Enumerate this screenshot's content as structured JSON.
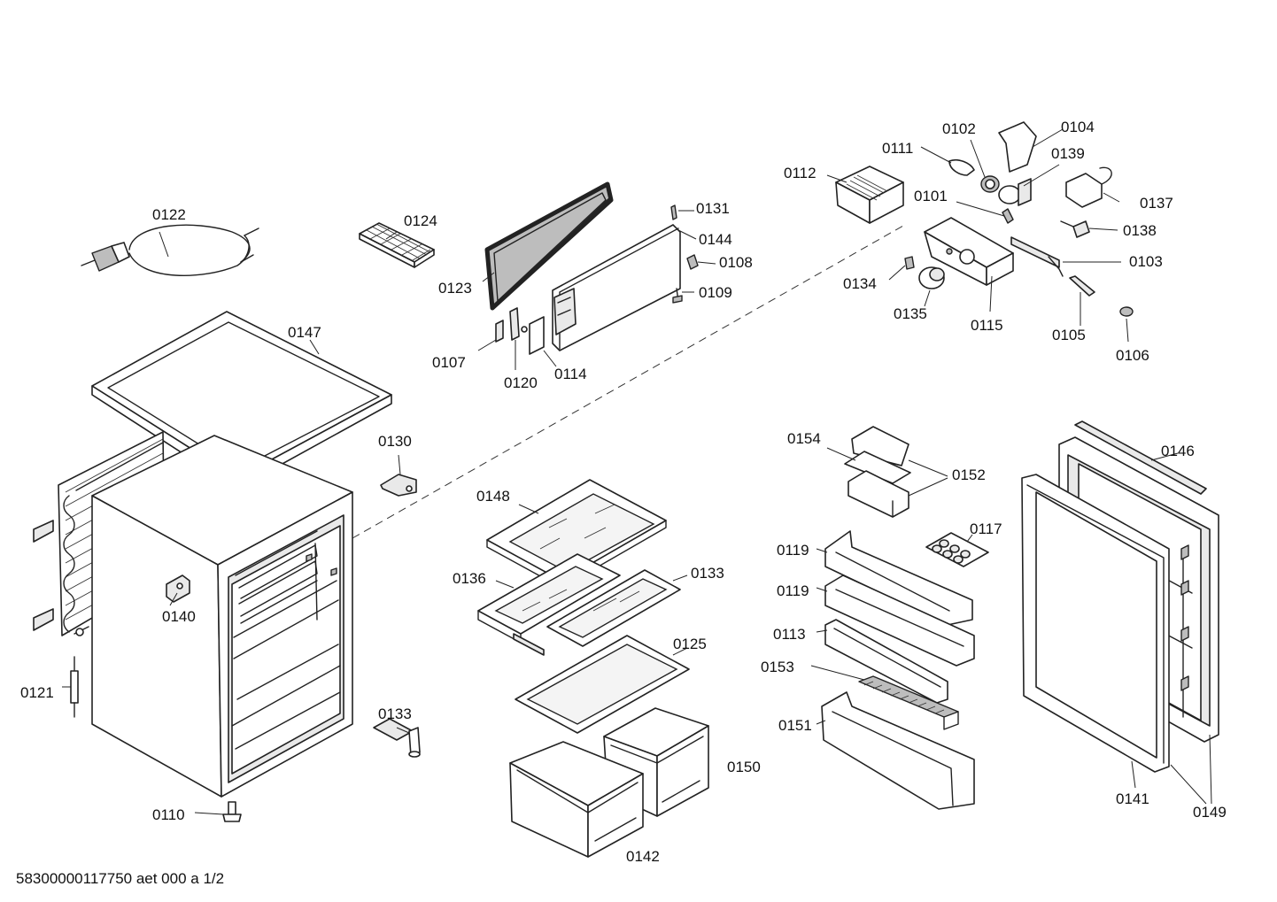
{
  "footer": {
    "doc_id": "58300000117750 aet 000 a 1/2"
  },
  "parts": {
    "p0101": "0101",
    "p0102": "0102",
    "p0103": "0103",
    "p0104": "0104",
    "p0105": "0105",
    "p0106": "0106",
    "p0107": "0107",
    "p0108": "0108",
    "p0109": "0109",
    "p0110": "0110",
    "p0111": "0111",
    "p0112": "0112",
    "p0113": "0113",
    "p0114": "0114",
    "p0115": "0115",
    "p0117": "0117",
    "p0119a": "0119",
    "p0119b": "0119",
    "p0120": "0120",
    "p0121": "0121",
    "p0122": "0122",
    "p0123": "0123",
    "p0124": "0124",
    "p0125": "0125",
    "p0130": "0130",
    "p0131": "0131",
    "p0133a": "0133",
    "p0133b": "0133",
    "p0134": "0134",
    "p0135": "0135",
    "p0136": "0136",
    "p0137": "0137",
    "p0138": "0138",
    "p0139": "0139",
    "p0140": "0140",
    "p0141": "0141",
    "p0142": "0142",
    "p0144": "0144",
    "p0146": "0146",
    "p0147": "0147",
    "p0148": "0148",
    "p0149": "0149",
    "p0150": "0150",
    "p0151": "0151",
    "p0152": "0152",
    "p0153": "0153",
    "p0154": "0154"
  }
}
